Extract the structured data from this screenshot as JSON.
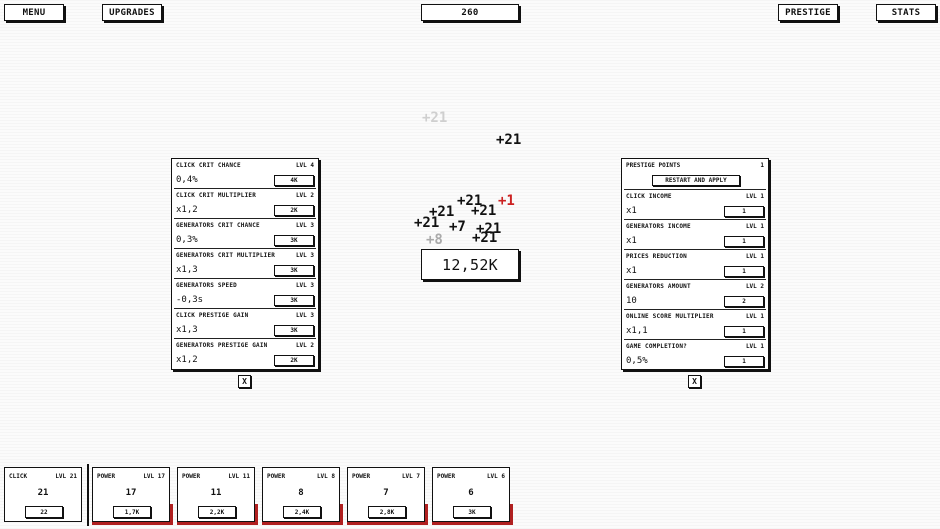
{
  "top_bar": {
    "menu_label": "MENU",
    "upgrades_label": "UPGRADES",
    "score": "260",
    "prestige_label": "PRESTIGE",
    "stats_label": "STATS"
  },
  "main_counter": "12,52K",
  "floating_texts": [
    "+21",
    "+21",
    "+21",
    "+21",
    "+1",
    "+21",
    "+21",
    "+7",
    "+21",
    "+21",
    "+8"
  ],
  "upgrades_panel": {
    "rows": [
      {
        "name": "CLICK CRIT CHANCE",
        "level": "LVL 4",
        "value": "0,4%",
        "price": "4K"
      },
      {
        "name": "CLICK CRIT MULTIPLIER",
        "level": "LVL 2",
        "value": "x1,2",
        "price": "2K"
      },
      {
        "name": "GENERATORS CRIT CHANCE",
        "level": "LVL 3",
        "value": "0,3%",
        "price": "3K"
      },
      {
        "name": "GENERATORS CRIT MULTIPLIER",
        "level": "LVL 3",
        "value": "x1,3",
        "price": "3K"
      },
      {
        "name": "GENERATORS SPEED",
        "level": "LVL 3",
        "value": "-0,3s",
        "price": "3K"
      },
      {
        "name": "CLICK PRESTIGE GAIN",
        "level": "LVL 3",
        "value": "x1,3",
        "price": "3K"
      },
      {
        "name": "GENERATORS PRESTIGE GAIN",
        "level": "LVL 2",
        "value": "x1,2",
        "price": "2K"
      }
    ],
    "close_label": "X"
  },
  "prestige_panel": {
    "points_label": "PRESTIGE POINTS",
    "points_value": "1",
    "restart_label": "RESTART AND APPLY",
    "rows": [
      {
        "name": "CLICK INCOME",
        "level": "LVL 1",
        "value": "x1",
        "price": "1"
      },
      {
        "name": "GENERATORS INCOME",
        "level": "LVL 1",
        "value": "x1",
        "price": "1"
      },
      {
        "name": "PRICES REDUCTION",
        "level": "LVL 1",
        "value": "x1",
        "price": "1"
      },
      {
        "name": "GENERATORS AMOUNT",
        "level": "LVL 2",
        "value": "10",
        "price": "2"
      },
      {
        "name": "ONLINE SCORE MULTIPLIER",
        "level": "LVL 1",
        "value": "x1,1",
        "price": "1"
      },
      {
        "name": "GAME COMPLETION?",
        "level": "LVL 1",
        "value": "0,5%",
        "price": "1"
      }
    ],
    "close_label": "X"
  },
  "generators": [
    {
      "name": "CLICK",
      "level": "LVL 21",
      "count": "21",
      "price": "22",
      "progress": 0
    },
    {
      "name": "POWER",
      "level": "LVL 17",
      "count": "17",
      "price": "1,7K",
      "progress": 1.0
    },
    {
      "name": "POWER",
      "level": "LVL 11",
      "count": "11",
      "price": "2,2K",
      "progress": 1.0
    },
    {
      "name": "POWER",
      "level": "LVL 8",
      "count": "8",
      "price": "2,4K",
      "progress": 1.0
    },
    {
      "name": "POWER",
      "level": "LVL 7",
      "count": "7",
      "price": "2,8K",
      "progress": 1.0
    },
    {
      "name": "POWER",
      "level": "LVL 6",
      "count": "6",
      "price": "3K",
      "progress": 1.0
    }
  ],
  "colors": {
    "accent_red": "#b02020",
    "faded_gray": "#aaaaaa",
    "crit_red": "#cc2222"
  }
}
